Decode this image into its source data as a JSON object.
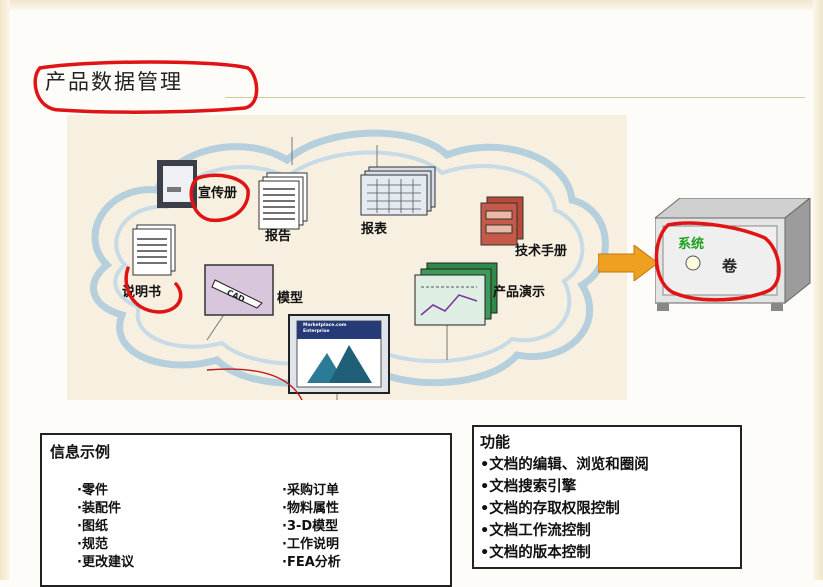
{
  "slide": {
    "title": "产品数据管理",
    "cloud_items": {
      "brochure": "宣传册",
      "report": "报告",
      "statement": "报表",
      "tech_manual": "技术手册",
      "manual": "说明书",
      "model": "模型",
      "product_demo": "产品演示"
    },
    "monitor_caption": [
      "Marketplace.com",
      "Enterprise"
    ],
    "safe": {
      "label_green": "系统",
      "label": "卷"
    },
    "info": {
      "heading": "信息示例",
      "col1": [
        "·零件",
        "·装配件",
        "·图纸",
        "·规范",
        "·更改建议"
      ],
      "col2": [
        "·采购订单",
        "·物料属性",
        "·3-D模型",
        "·工作说明",
        "·FEA分析"
      ]
    },
    "functions": {
      "heading": "功能",
      "items": [
        "•文档的编辑、浏览和圈阅",
        "•文档搜索引擎",
        "•文档的存取权限控制",
        "•文档工作流控制",
        "•文档的版本控制"
      ]
    }
  },
  "colors": {
    "annotation_red": "#e01414",
    "arrow_orange": "#f0a020",
    "safe_green": "#1ea01e",
    "cloud_blue": "#a9c9da"
  }
}
